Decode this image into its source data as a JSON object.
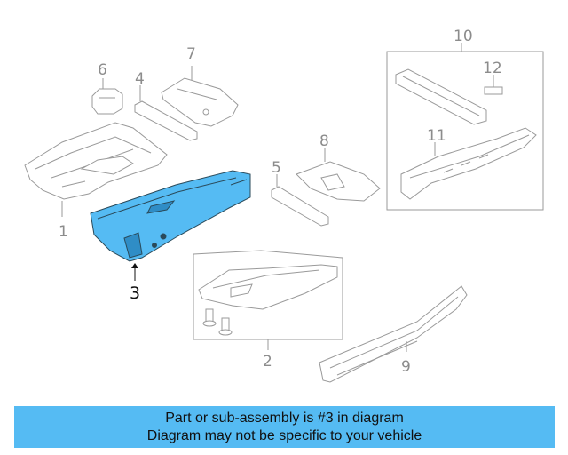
{
  "diagram": {
    "highlight_color": "#55bbf3",
    "line_color": "#9a9a9a",
    "callouts": [
      {
        "id": "1",
        "label": "1"
      },
      {
        "id": "2",
        "label": "2"
      },
      {
        "id": "3",
        "label": "3",
        "highlighted": true
      },
      {
        "id": "4",
        "label": "4"
      },
      {
        "id": "5",
        "label": "5"
      },
      {
        "id": "6",
        "label": "6"
      },
      {
        "id": "7",
        "label": "7"
      },
      {
        "id": "8",
        "label": "8"
      },
      {
        "id": "9",
        "label": "9"
      },
      {
        "id": "10",
        "label": "10"
      },
      {
        "id": "11",
        "label": "11"
      },
      {
        "id": "12",
        "label": "12"
      }
    ]
  },
  "banner": {
    "line1": "Part or sub-assembly is #3 in diagram",
    "line2": "Diagram may not be specific to your vehicle",
    "background": "#55bbf3"
  }
}
